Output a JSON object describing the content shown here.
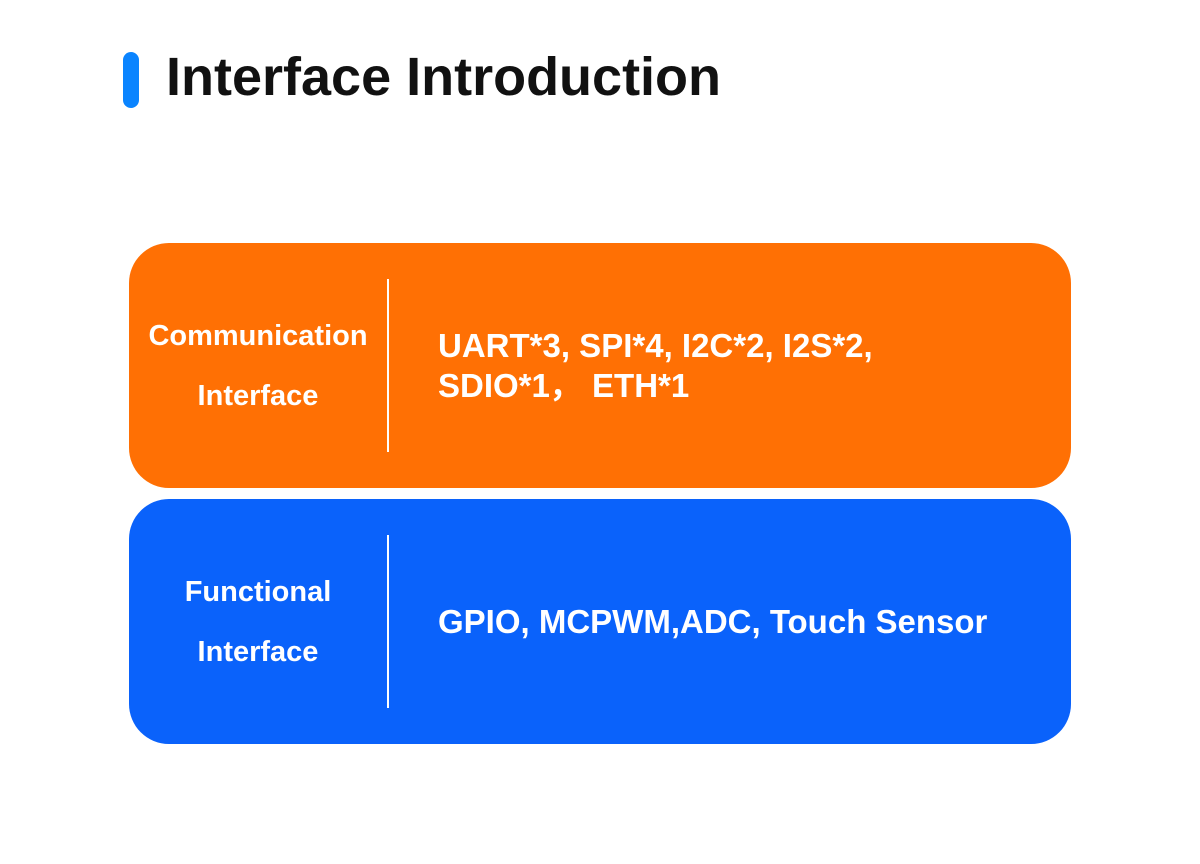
{
  "header": {
    "title": "Interface Introduction",
    "accent_color": "#0a84ff"
  },
  "cards": [
    {
      "label_lines": [
        "Communication",
        "Interface"
      ],
      "value_lines": [
        "UART*3, SPI*4, I2C*2, I2S*2,",
        "SDIO*1， ETH*1"
      ],
      "color": "#ff7004"
    },
    {
      "label_lines": [
        "Functional",
        "Interface"
      ],
      "value_lines": [
        "GPIO, MCPWM,ADC, Touch Sensor"
      ],
      "color": "#0a62fb"
    }
  ]
}
